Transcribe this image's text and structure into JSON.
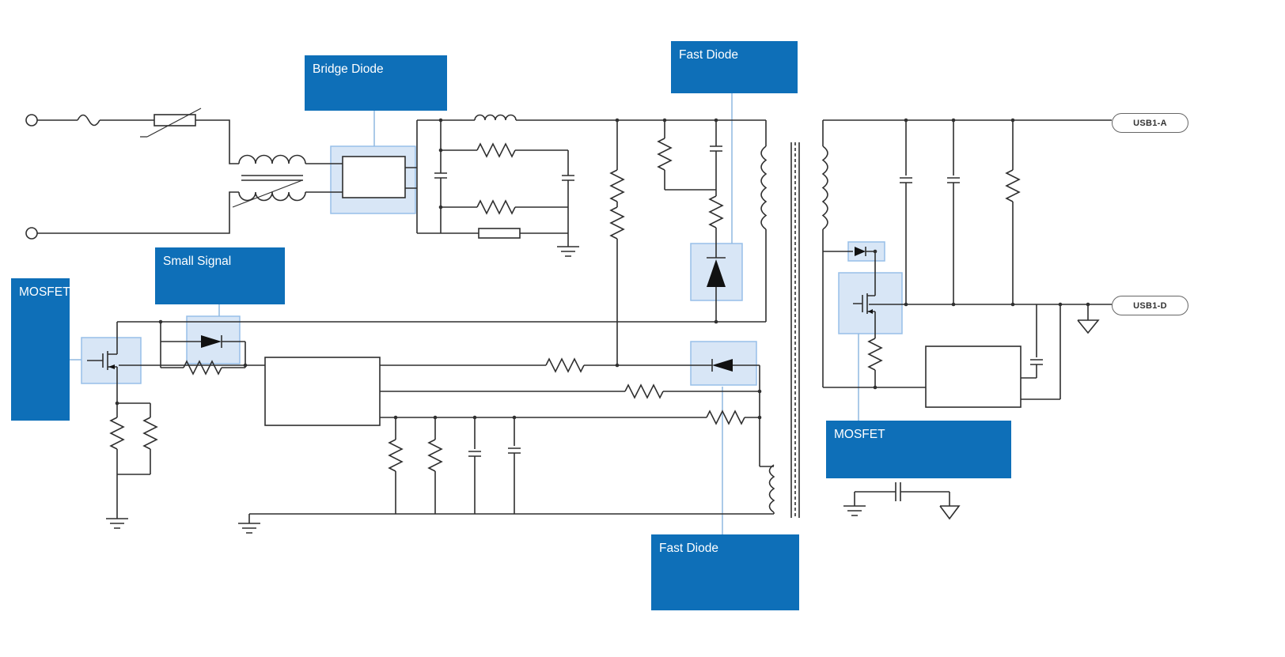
{
  "diagram": {
    "type": "circuit-schematic",
    "description": "AC-DC flyback USB charger schematic with component callouts",
    "callouts": [
      {
        "id": "bridge-diode",
        "label": "Bridge Diode"
      },
      {
        "id": "fast-diode-top",
        "label": "Fast Diode"
      },
      {
        "id": "small-signal",
        "label": "Small Signal"
      },
      {
        "id": "mosfet-left",
        "label": "MOSFET"
      },
      {
        "id": "mosfet-right",
        "label": "MOSFET"
      },
      {
        "id": "fast-diode-bottom",
        "label": "Fast Diode"
      }
    ],
    "connectors": [
      {
        "id": "usb1-a",
        "label": "USB1-A"
      },
      {
        "id": "usb1-d",
        "label": "USB1-D"
      }
    ],
    "colors": {
      "callout_bg": "#0e6fb8",
      "callout_text": "#ffffff",
      "highlight_fill": "#d8e6f6",
      "highlight_border": "#97bfe8",
      "leader_line": "#8fb8e0",
      "wire": "#2f2f2f"
    }
  }
}
